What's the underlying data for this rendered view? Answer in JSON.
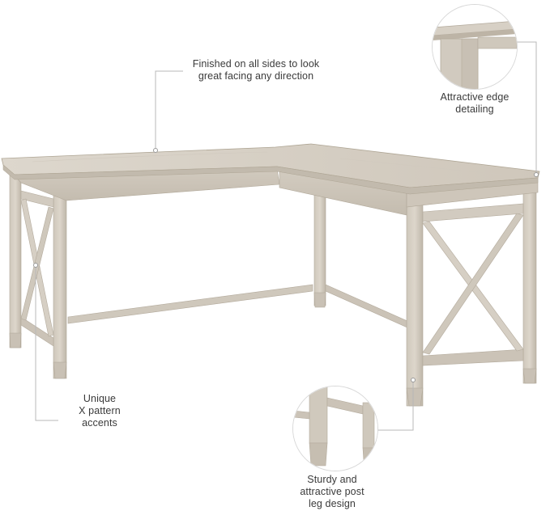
{
  "callouts": {
    "finished_sides": {
      "line1": "Finished on all sides to look",
      "line2": "great facing any direction"
    },
    "edge_detailing": {
      "line1": "Attractive edge",
      "line2": "detailing"
    },
    "x_pattern": {
      "line1": "Unique",
      "line2": "X pattern",
      "line3": "accents"
    },
    "post_leg": {
      "line1": "Sturdy and",
      "line2": "attractive post",
      "line3": "leg design"
    }
  },
  "colors": {
    "wood_light": "#d9d2c8",
    "wood_mid": "#c9c1b5",
    "wood_dark": "#b3aa9c",
    "leader_line": "#b8b8b8",
    "text": "#3a3a3a"
  }
}
